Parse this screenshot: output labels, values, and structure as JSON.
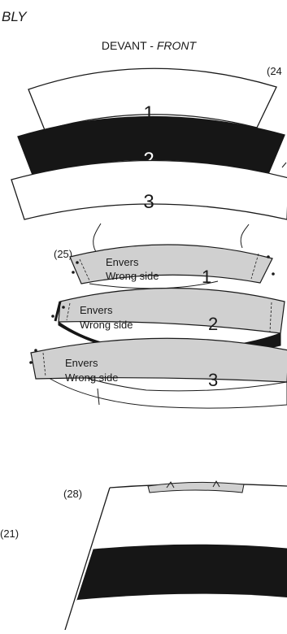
{
  "header": {
    "section_fragment": "BLY",
    "front_label_fr": "DEVANT - ",
    "front_label_en": "FRONT"
  },
  "steps": {
    "step24": "(24",
    "step25": "(25)",
    "step28": "(28)",
    "step21": "(21)"
  },
  "bands": {
    "band1": "1",
    "band2": "2",
    "band3": "3"
  },
  "wrong_side": {
    "fr": "Envers",
    "en": "Wrong side"
  },
  "colors": {
    "ink": "#1a1a1a",
    "fabric_black": "#161616",
    "wrong_side_grey": "#d0d0d0",
    "paper": "#ffffff"
  }
}
